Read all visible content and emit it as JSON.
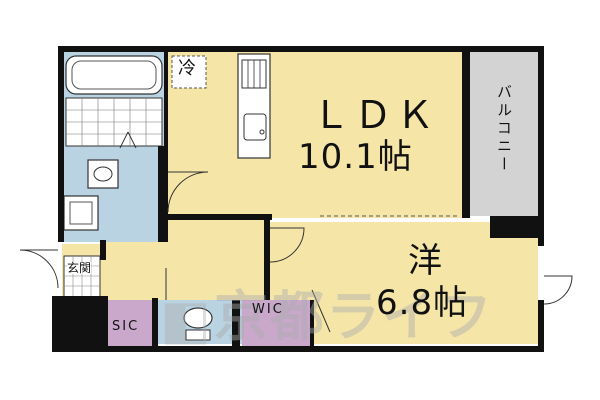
{
  "rooms": {
    "ldk_name": "ＬＤＫ",
    "ldk_size": "10.1帖",
    "western_name": "洋",
    "western_size": "6.8帖",
    "balcony": "バルコニー",
    "wic": "WIC",
    "sic": "SIC",
    "entrance": "玄関",
    "fridge": "冷"
  },
  "watermark": "京都ライフ",
  "colors": {
    "ldk": "#f5e6a8",
    "hall": "#f5e6a8",
    "western": "#f5e6a8",
    "water": "#b9d3e2",
    "storage": "#c9a8cc",
    "balcony": "#d3d3d3",
    "wall": "#111111"
  }
}
